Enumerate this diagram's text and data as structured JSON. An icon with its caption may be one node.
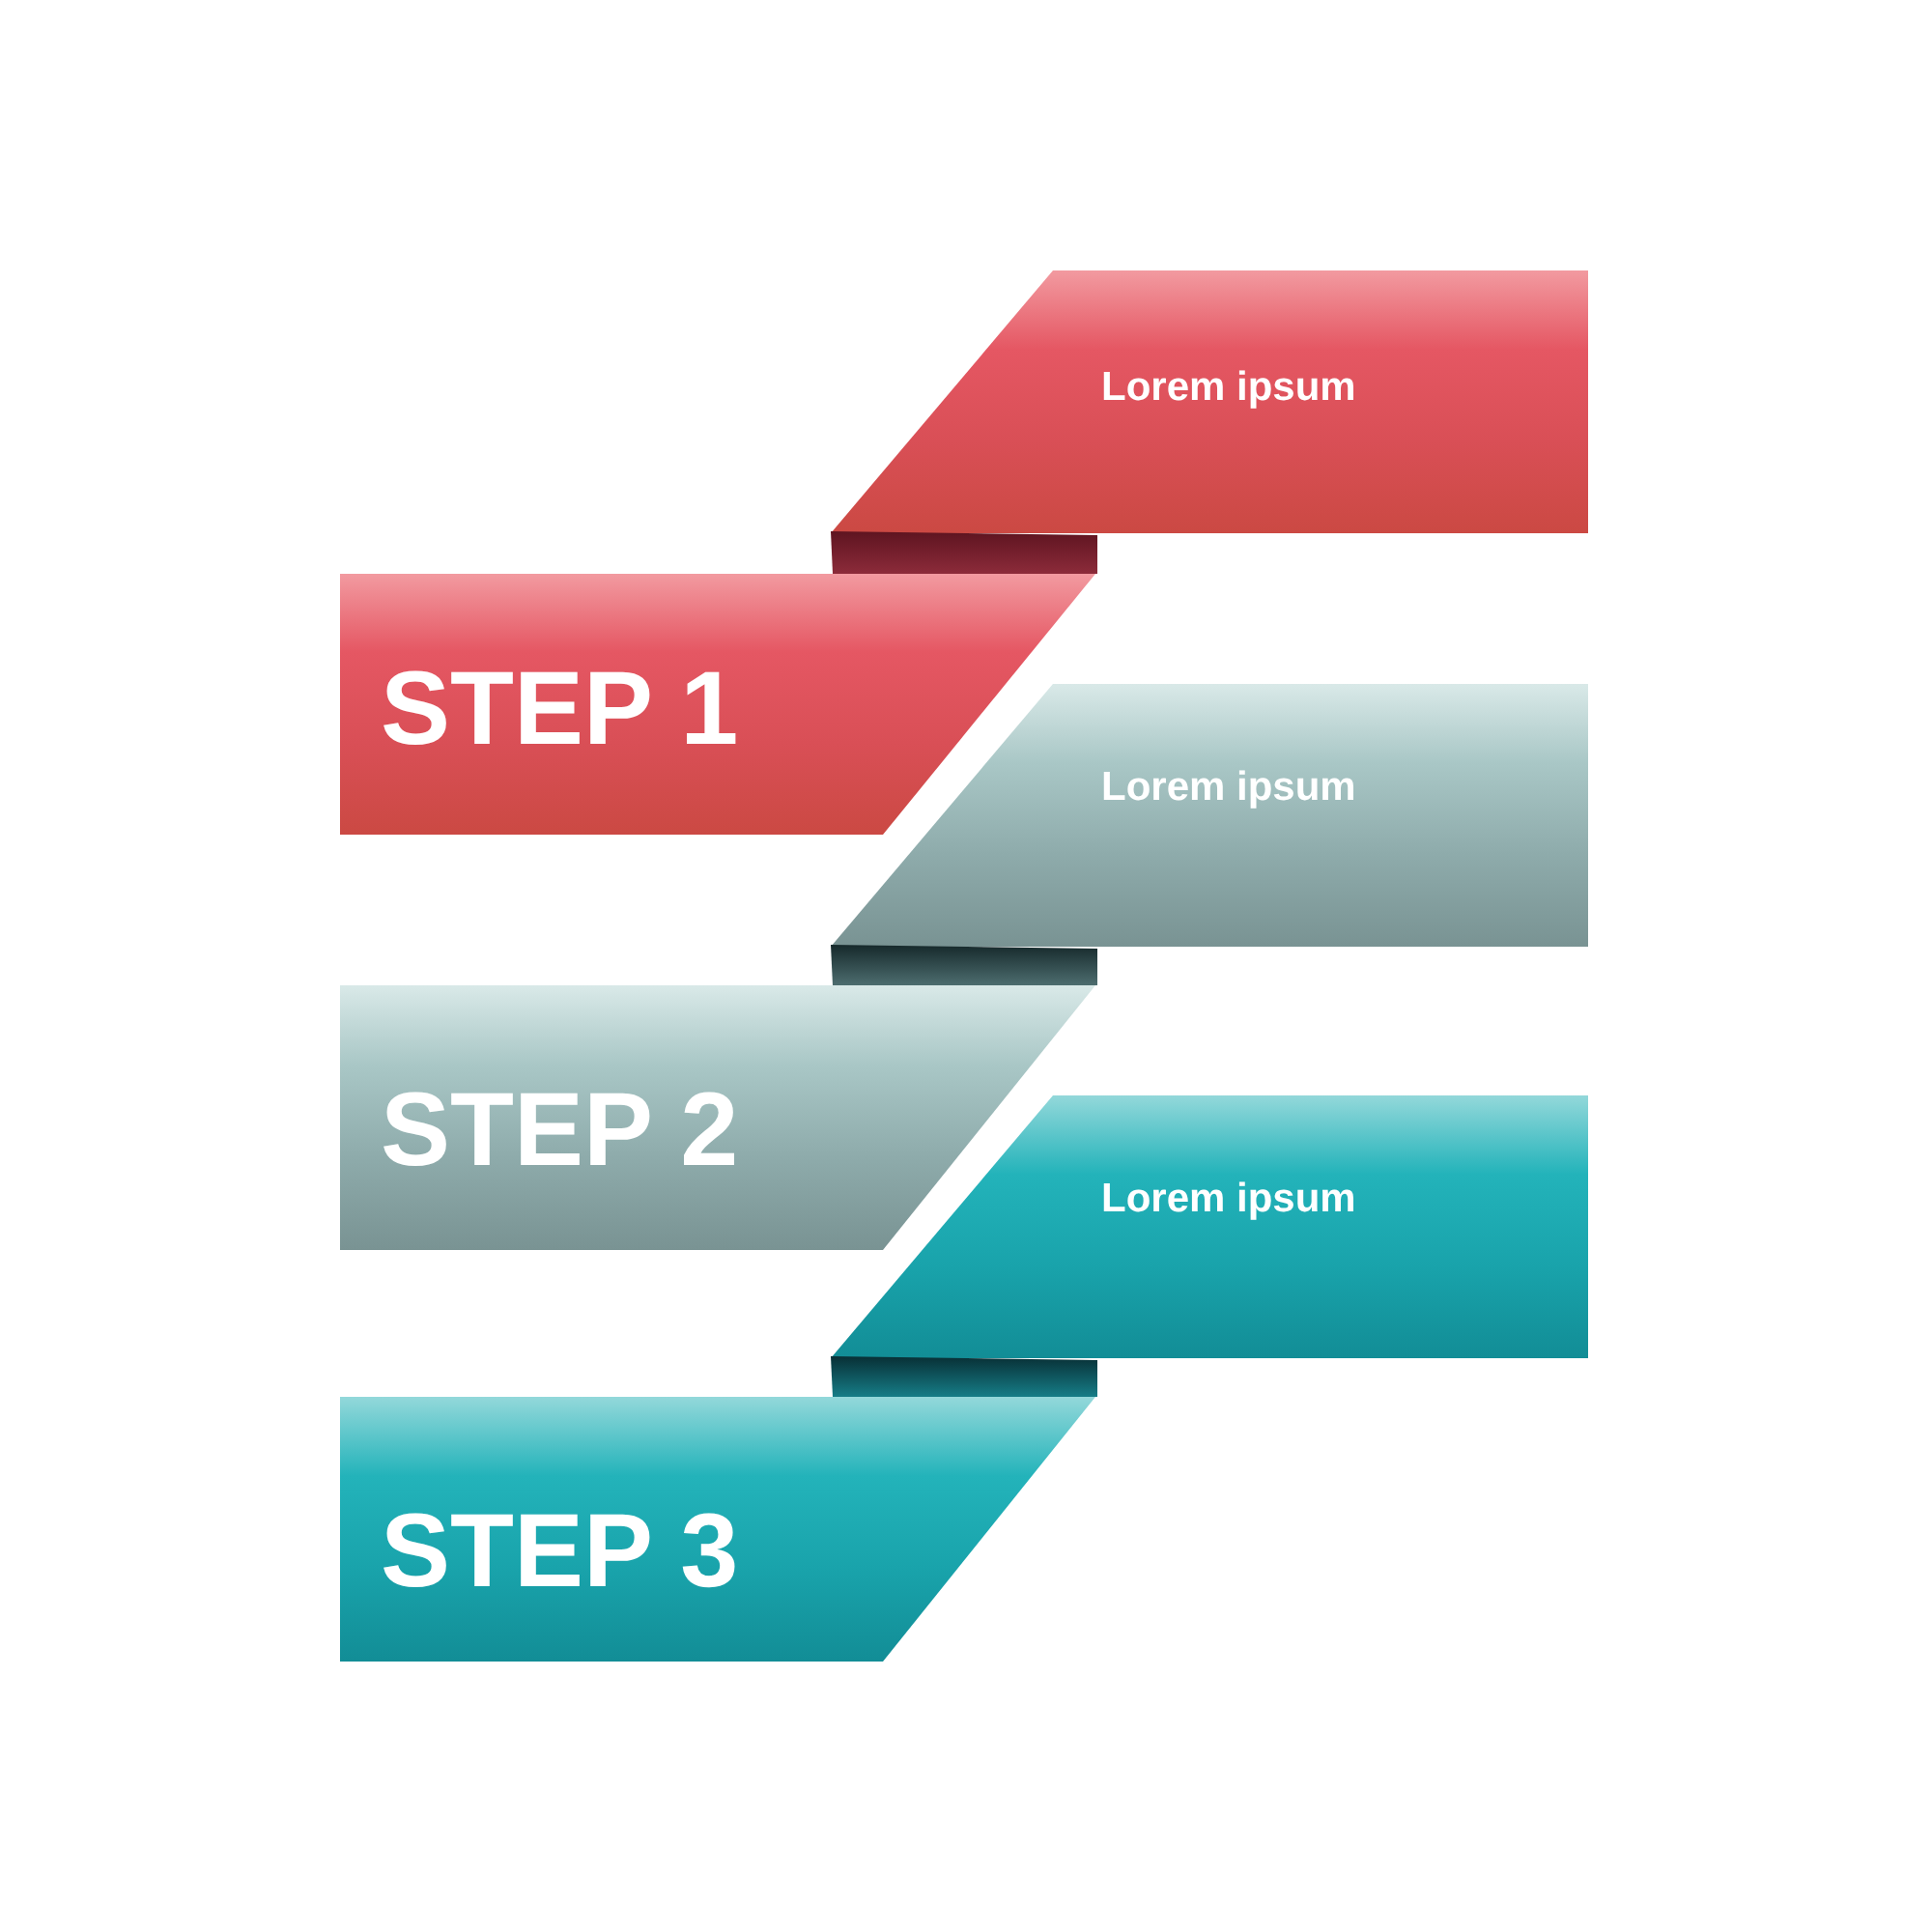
{
  "diagram": {
    "nodes": [
      {
        "text": [
          "Lorem ipsum"
        ]
      },
      {
        "text": [],
        "shape": "bar"
      },
      {
        "text": [
          "STEP 1"
        ]
      },
      {
        "text": [
          "Lorem ipsum"
        ]
      },
      {
        "text": [],
        "shape": "bar"
      },
      {
        "text": [
          "STEP 2"
        ]
      },
      {
        "text": [
          "Lorem ipsum"
        ]
      },
      {
        "text": [],
        "shape": "bar"
      },
      {
        "text": [
          "STEP 3"
        ]
      }
    ]
  }
}
